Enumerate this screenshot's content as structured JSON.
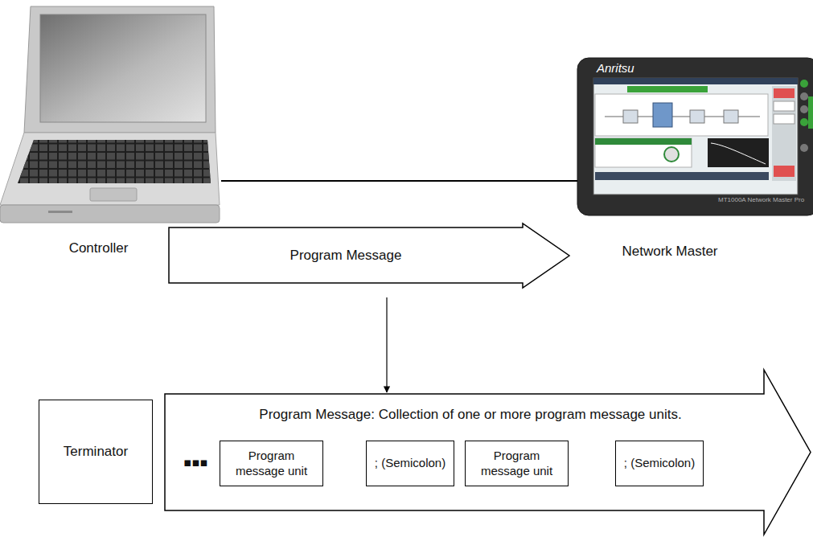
{
  "diagram": {
    "nodes": [
      {
        "text": [
          "Controller"
        ]
      },
      {
        "text": [
          "Network Master"
        ]
      },
      {
        "text": [
          "Program Message"
        ]
      },
      {
        "text": [
          "Terminator"
        ]
      },
      {
        "text": [
          "Program Message: Collection of one or more program message units."
        ]
      },
      {
        "text": [
          "Program message unit"
        ],
        "in": 4
      },
      {
        "text": [
          "; (Semicolon)"
        ],
        "in": 4
      },
      {
        "text": [
          "Program message unit"
        ],
        "in": 4
      },
      {
        "text": [
          "; (Semicolon)"
        ],
        "in": 4
      }
    ],
    "edges": [
      {
        "from": 0,
        "to": 1,
        "arrow": "none"
      },
      {
        "from": 2,
        "to": 4,
        "arrow": "to"
      }
    ],
    "labels": [
      "▪▪▪",
      "Anritsu",
      "MT1000A Network Master Pro"
    ]
  }
}
